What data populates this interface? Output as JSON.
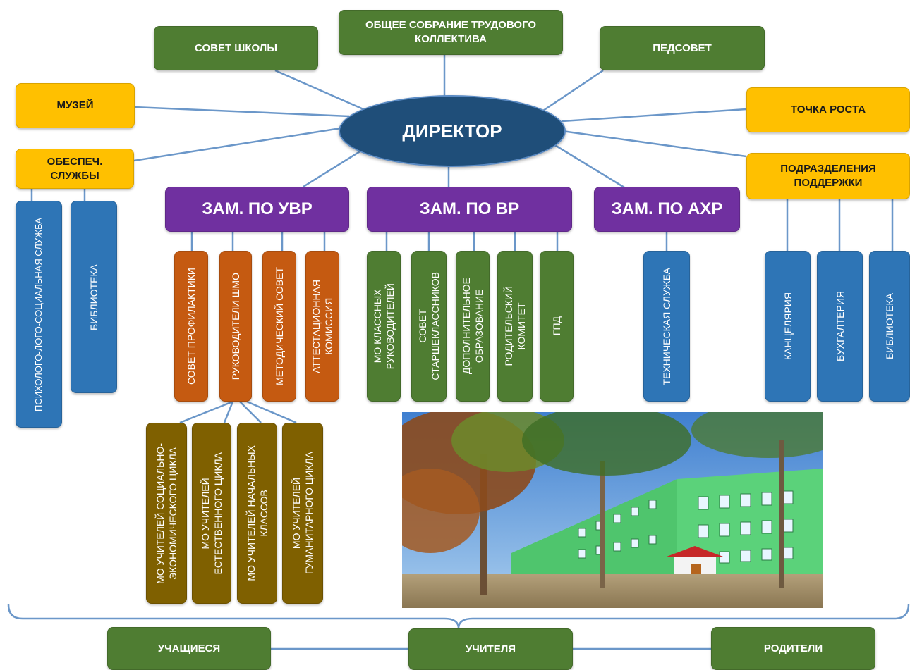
{
  "director": "ДИРЕКТОР",
  "councils": {
    "school_council": "СОВЕТ ШКОЛЫ",
    "general_meeting": "ОБЩЕЕ СОБРАНИЕ ТРУДОВОГО\nКОЛЛЕКТИВА",
    "teachers_council": "ПЕДСОВЕТ"
  },
  "side_units": {
    "museum": "МУЗЕЙ",
    "support_services": "ОБЕСПЕЧ.\nСЛУЖБЫ",
    "growth_point": "ТОЧКА РОСТА",
    "support_divisions": "ПОДРАЗДЕЛЕНИЯ\nПОДДЕРЖКИ"
  },
  "deputies": {
    "uvr": "ЗАМ. ПО УВР",
    "vr": "ЗАМ. ПО ВР",
    "ahr": "ЗАМ. ПО АХР"
  },
  "support_services_items": [
    "ПСИХОЛОГО-ЛОГО-СОЦИАЛЬНАЯ СЛУЖБА",
    "БИБЛИОТЕКА"
  ],
  "uvr_items": [
    "СОВЕТ ПРОФИЛАКТИКИ",
    "РУКОВОДИТЕЛИ ШМО",
    "МЕТОДИЧЕСКИЙ СОВЕТ",
    "АТТЕСТАЦИОННАЯ\nКОМИССИЯ"
  ],
  "shmo_items": [
    "МО УЧИТЕЛЕЙ СОЦИАЛЬНО-\nЭКОНОМИЧЕСКОГО ЦИКЛА",
    "МО УЧИТЕЛЕЙ\nЕСТЕСТВЕННОГО ЦИКЛА",
    "МО УЧИТЕЛЕЙ НАЧАЛЬНЫХ\nКЛАССОВ",
    "МО УЧИТЕЛЕЙ\nГУМАНИТАРНОГО ЦИКЛА"
  ],
  "vr_items": [
    "МО КЛАССНЫХ\nРУКОВОДИТЕЛЕЙ",
    "СОВЕТ\nСТАРШЕКЛАССНИКОВ",
    "ДОПОЛНИТЕЛЬНОЕ\nОБРАЗОВАНИЕ",
    "РОДИТЕЛЬСКИЙ\nКОМИТЕТ",
    "ГПД"
  ],
  "ahr_items": [
    "ТЕХНИЧЕСКАЯ СЛУЖБА"
  ],
  "support_div_items": [
    "КАНЦЕЛЯРИЯ",
    "БУХГАЛТЕРИЯ",
    "БИБЛИОТЕКА"
  ],
  "bottom": {
    "students": "УЧАЩИЕСЯ",
    "teachers": "УЧИТЕЛЯ",
    "parents": "РОДИТЕЛИ"
  },
  "colors": {
    "green": "#4f7d32",
    "yellow": "#ffc000",
    "purple": "#7030a0",
    "blue": "#2e75b6",
    "orange": "#c55a11",
    "brown": "#7f6000",
    "navy": "#1f4e79",
    "connector": "#5b8bc4"
  }
}
